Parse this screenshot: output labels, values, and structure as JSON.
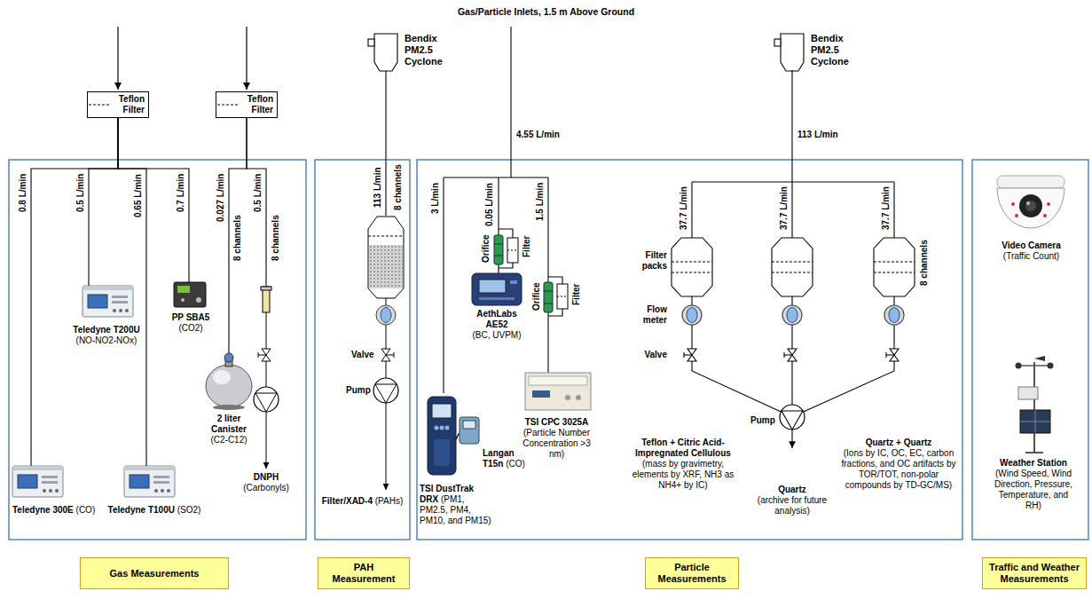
{
  "diagram": {
    "title": "Gas/Particle Inlets, 1.5 m Above Ground",
    "nodes": [
      {
        "text": [
          "Teflon Filter"
        ]
      },
      {
        "text": [
          "Teflon Filter"
        ]
      },
      {
        "text": [
          "Bendix PM2.5 Cyclone"
        ]
      },
      {
        "text": [
          "Bendix PM2.5 Cyclone"
        ]
      },
      {
        "text": [
          "Teledyne T200U",
          "(NO-NO2-NOx)"
        ]
      },
      {
        "text": [
          "PP SBA5",
          "(CO2)"
        ]
      },
      {
        "text": [
          "2 liter Canister",
          "(C2-C12)"
        ]
      },
      {
        "text": [
          "DNPH",
          "(Carbonyls)"
        ]
      },
      {
        "text": [
          "Teledyne 300E",
          "(CO)"
        ]
      },
      {
        "text": [
          "Teledyne T100U",
          "(SO2)"
        ]
      },
      {
        "text": [
          "Filter/XAD-4",
          "(PAHs)"
        ]
      },
      {
        "text": [
          "AethLabs AE52",
          "(BC, UVPM)"
        ]
      },
      {
        "text": [
          "Langan T15n",
          "(CO)"
        ]
      },
      {
        "text": [
          "TSI DustTrak DRX",
          "(PM1, PM2.5, PM4, PM10, and PM15)"
        ]
      },
      {
        "text": [
          "TSI CPC 3025A",
          "(Particle Number Concentration >3 nm)"
        ]
      },
      {
        "text": [
          "Video Camera",
          "(Traffic Count)"
        ]
      },
      {
        "text": [
          "Weather Station",
          "(Wind Speed, Wind Direction, Pressure, Temperature, and RH)"
        ]
      },
      {
        "text": [
          "Gas Measurements"
        ]
      },
      {
        "text": [
          "PAH Measurement"
        ]
      },
      {
        "text": [
          "Particle Measurements"
        ]
      },
      {
        "text": [
          "Traffic and Weather Measurements"
        ]
      }
    ],
    "edges": [
      {
        "from": 0,
        "to": 8,
        "label": "0.8 L/min",
        "arrow": "none"
      },
      {
        "from": 0,
        "to": 4,
        "label": "0.5 L/min",
        "arrow": "none"
      },
      {
        "from": 0,
        "to": 9,
        "label": "0.65 L/min",
        "arrow": "none"
      },
      {
        "from": 0,
        "to": 5,
        "label": "0.7 L/min",
        "arrow": "none"
      },
      {
        "from": 1,
        "to": 6,
        "label": "0.027 L/min",
        "arrow": "none"
      },
      {
        "from": 1,
        "to": 7,
        "label": "0.5 L/min",
        "arrow": "none"
      },
      {
        "from": 2,
        "to": 10,
        "label": "113 L/min",
        "arrow": "none"
      }
    ],
    "labels": [
      "8 channels",
      "8 channels",
      "8 channels",
      "Valve",
      "Pump",
      "4.55 L/min",
      "3 L/min",
      "0.05 L/min",
      "Orifice",
      "Filter",
      "1.5 L/min",
      "Orifice",
      "Filter",
      "113 L/min",
      "37.7 L/min",
      "37.7 L/min",
      "37.7 L/min",
      "Filter packs",
      "Flow meter",
      "Valve",
      "Pump",
      "8 channels",
      "Teflon + Citric Acid-Impregnated Cellulous",
      "(mass by gravimetry, elements by XRF, NH3 as NH4+ by IC)",
      "Quartz",
      "(archive for future analysis)",
      "Quartz + Quartz",
      "(Ions by IC, OC, EC, carbon fractions, and OC artifacts by TOR/TOT, non-polar compounds by TD-GC/MS)"
    ]
  }
}
